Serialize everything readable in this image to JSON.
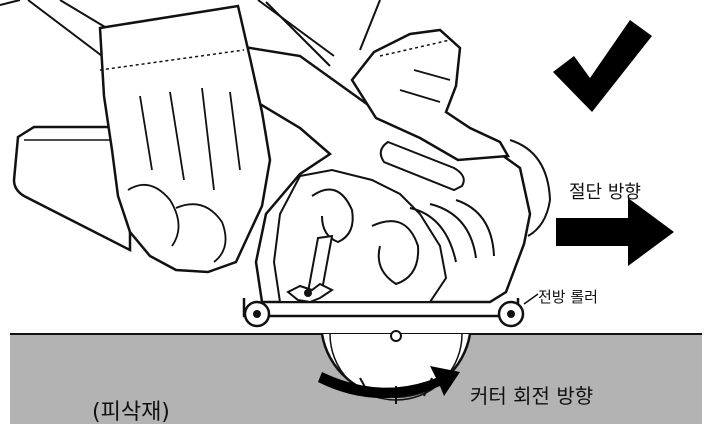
{
  "labels": {
    "cutting_direction": "절단 방향",
    "front_roller": "전방 롤러",
    "cutter_rotation_direction": "커터 회전 방향",
    "workpiece": "(피삭재)"
  },
  "colors": {
    "check_mark": "#000000",
    "arrows": "#000000",
    "workpiece_fill": "#b3b3b3",
    "line_art": "#111111",
    "glove_fill": "#ffffff"
  },
  "icons": {
    "check": "check-mark-icon",
    "cut_arrow": "right-arrow-icon",
    "rotation_arrow": "curved-arrow-icon"
  }
}
